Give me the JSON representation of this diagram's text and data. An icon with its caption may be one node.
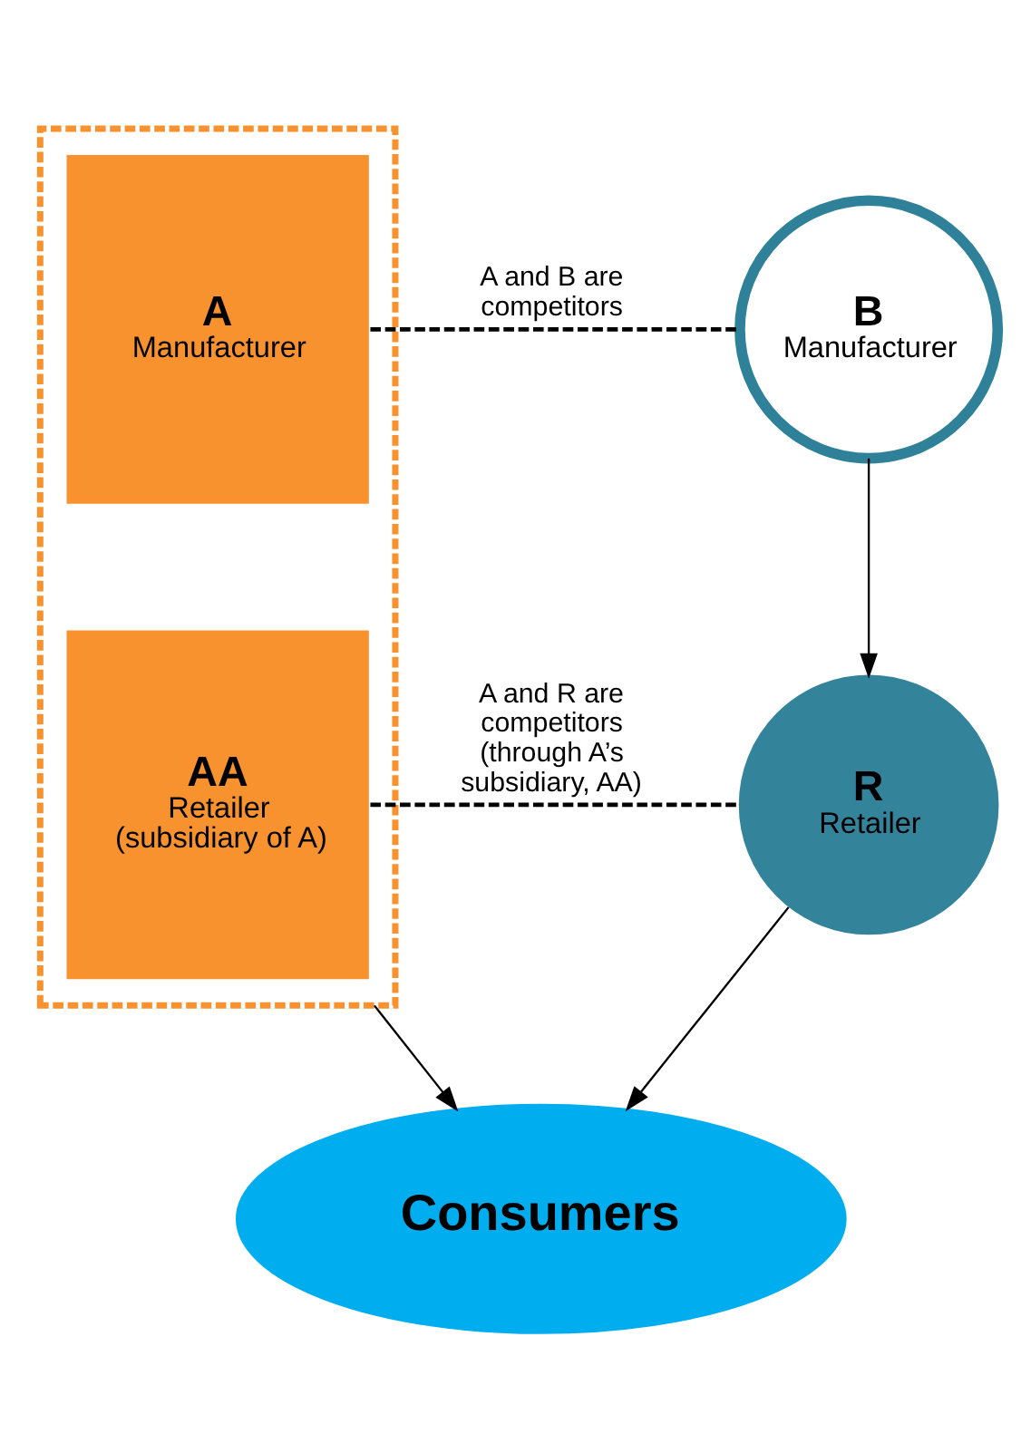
{
  "diagram": {
    "nodes": [
      {
        "text": [],
        "shape": "box"
      },
      {
        "text": [
          "A",
          "Manufacturer"
        ],
        "in": 0
      },
      {
        "text": [
          "AA",
          "Retailer (subsidiary of A)"
        ],
        "in": 0
      },
      {
        "text": [
          "B",
          "Manufacturer"
        ]
      },
      {
        "text": [
          "R",
          "Retailer"
        ]
      },
      {
        "text": [
          "Consumers"
        ]
      }
    ],
    "edges": [
      {
        "from": 1,
        "to": 3,
        "arrow": "none",
        "style": "dashed",
        "label": "A and B are competitors"
      },
      {
        "from": 3,
        "to": 4,
        "arrow": "to"
      },
      {
        "from": 2,
        "to": 4,
        "arrow": "none",
        "style": "dashed",
        "label": "A and R are competitors (through A’s subsidiary, AA)"
      },
      {
        "from": 0,
        "to": 5,
        "arrow": "to"
      },
      {
        "from": 4,
        "to": 5,
        "arrow": "to"
      }
    ]
  }
}
